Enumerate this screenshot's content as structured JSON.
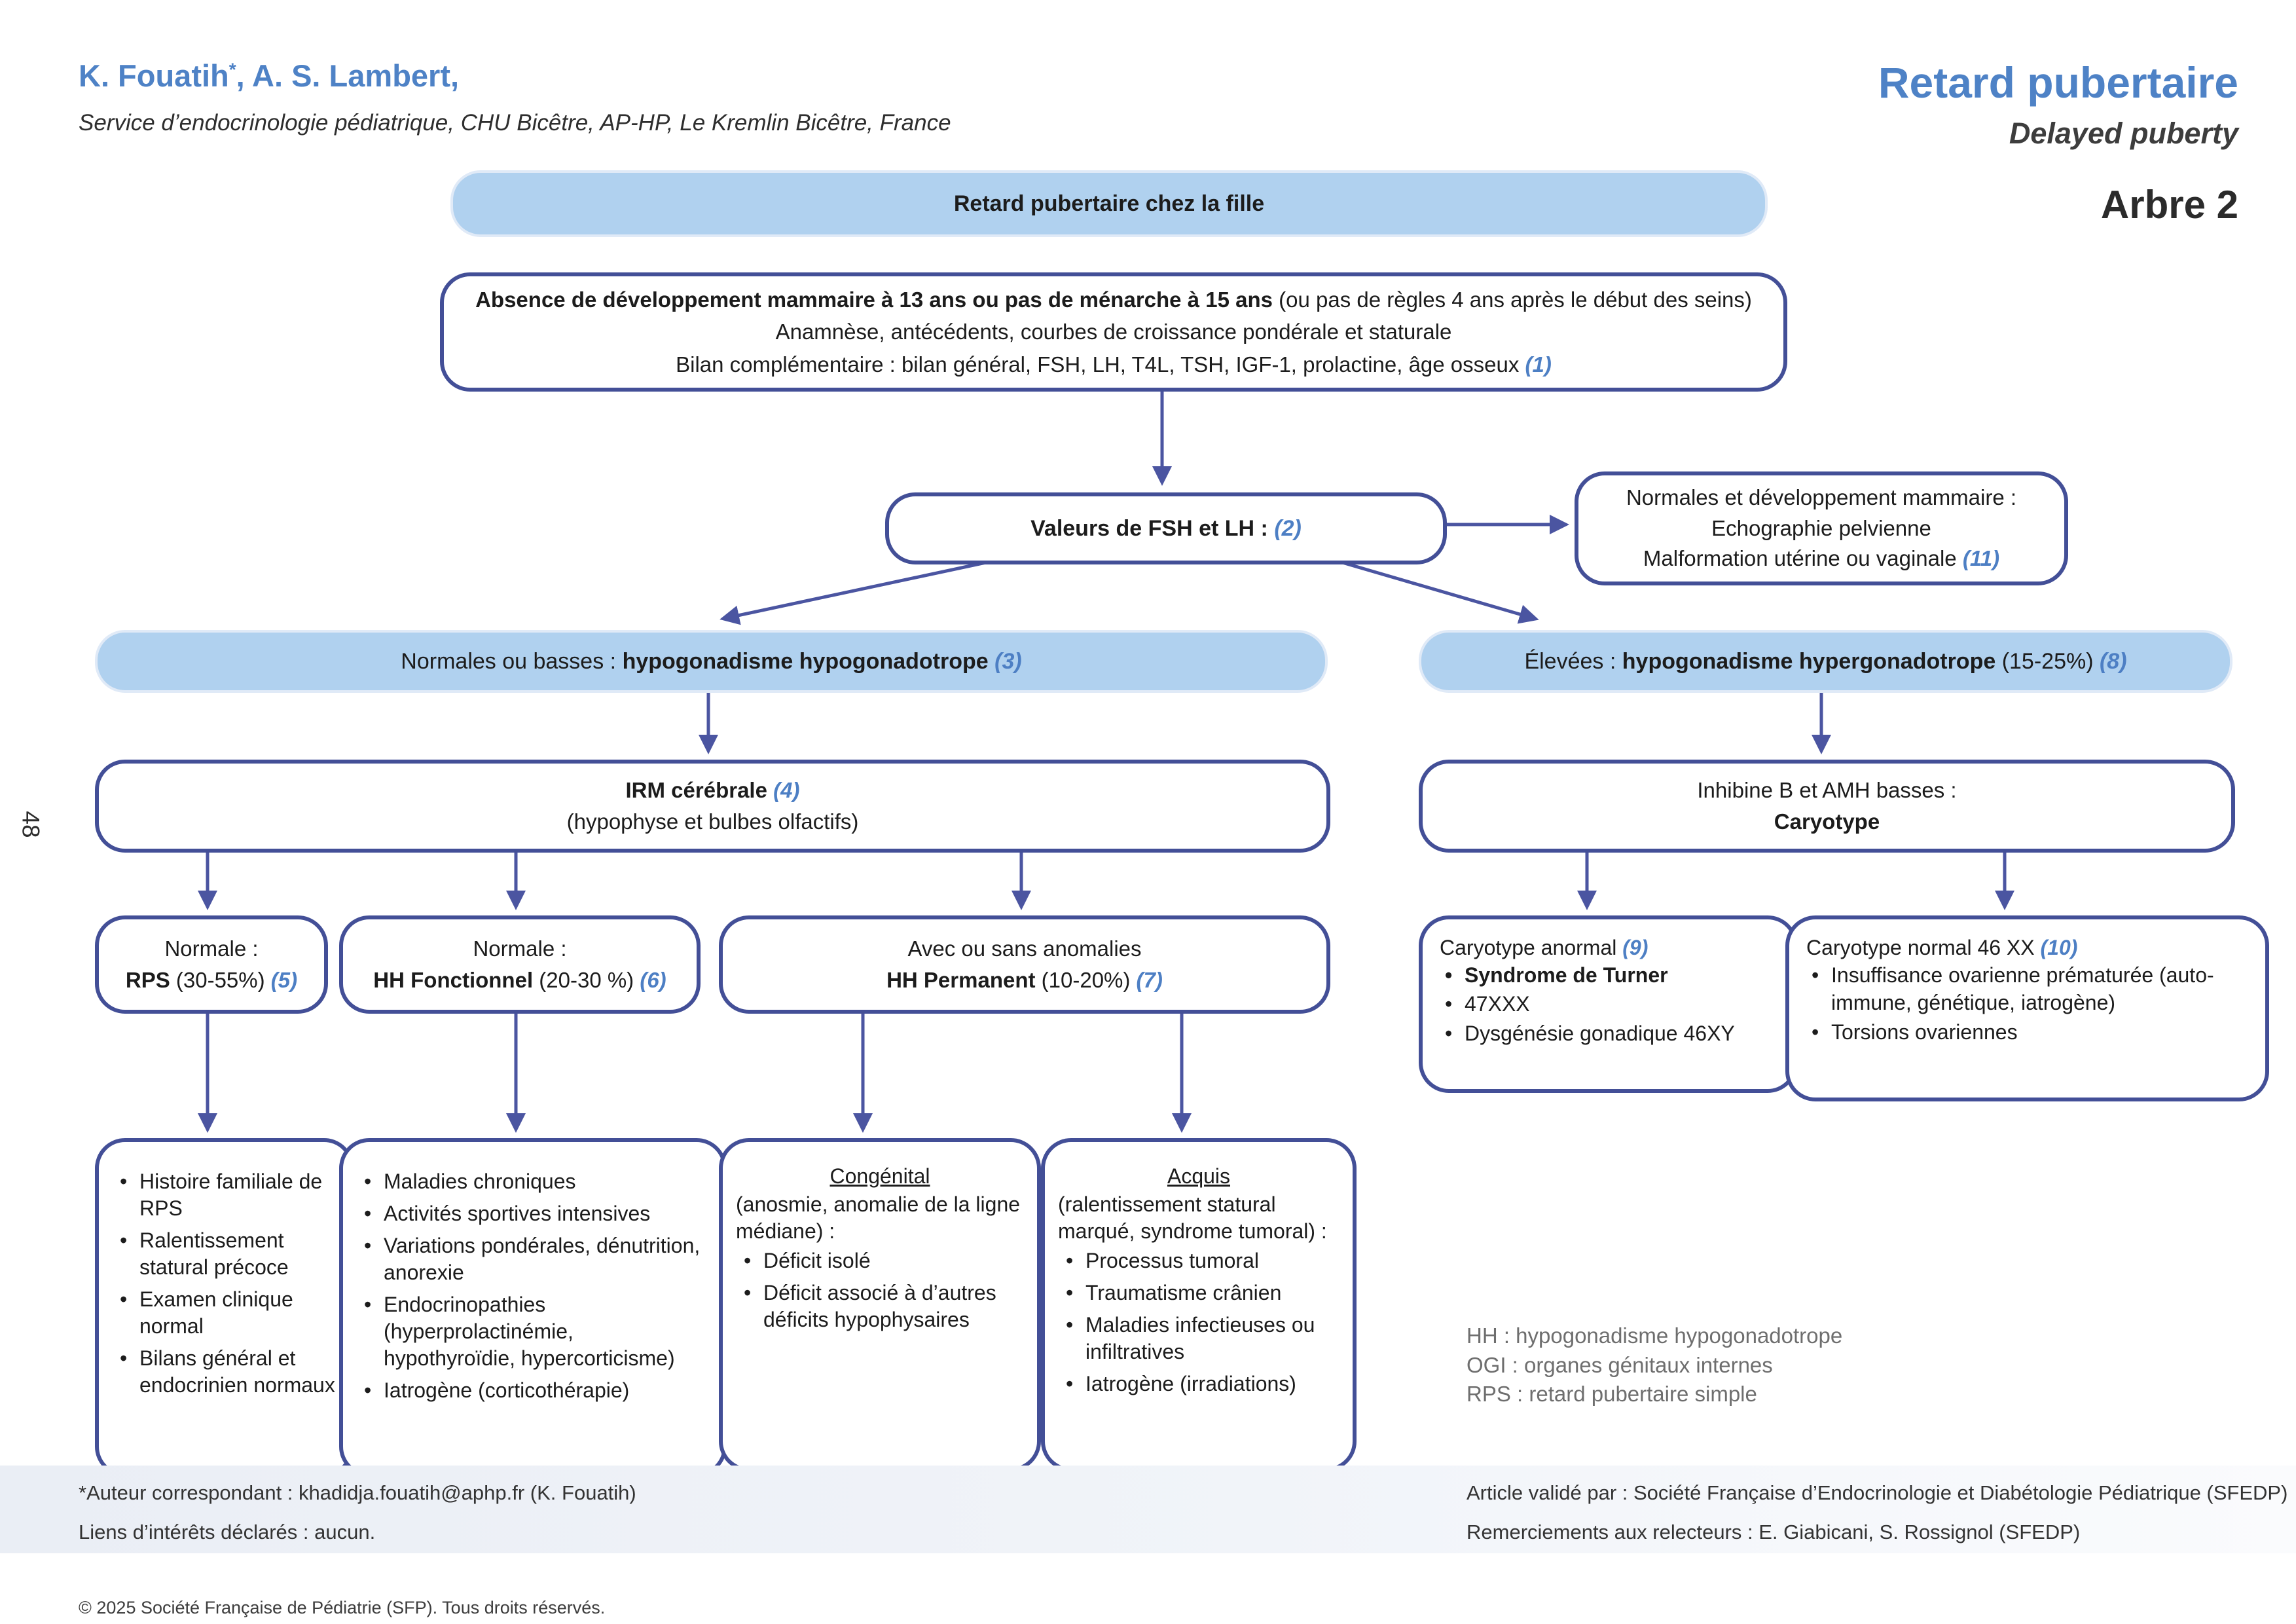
{
  "page": {
    "page_number": "48",
    "copyright": "© 2025 Société Française de Pédiatrie (SFP). Tous droits réservés."
  },
  "header": {
    "authors_name1": "K. Fouatih",
    "authors_asterisk": "*",
    "authors_rest": ", A. S. Lambert,",
    "affiliation": "Service d’endocrinologie pédiatrique, CHU Bicêtre, AP-HP, Le Kremlin Bicêtre, France",
    "title_fr": "Retard pubertaire",
    "title_en": "Delayed puberty",
    "tree_label": "Arbre 2"
  },
  "flowchart": {
    "root": {
      "label": "Retard pubertaire chez la fille"
    },
    "assessment": {
      "line1_bold": "Absence de développement mammaire à 13 ans ou pas de ménarche à 15 ans",
      "line1_rest": " (ou pas de règles 4 ans après le début des seins)",
      "line2": "Anamnèse, antécédents, courbes de croissance pondérale et staturale",
      "line3": "Bilan complémentaire : bilan général, FSH, LH, T4L, TSH, IGF-1, prolactine, âge osseux ",
      "line3_ref": "(1)"
    },
    "fsh_lh": {
      "label": "Valeurs de FSH et LH : ",
      "ref": "(2)"
    },
    "pelvic_us": {
      "line1": "Normales et développement mammaire :",
      "line2": "Echographie pelvienne",
      "line3": "Malformation utérine ou vaginale ",
      "ref": "(11)"
    },
    "hypo_band": {
      "prefix": "Normales ou basses : ",
      "bold": "hypogonadisme hypogonadotrope",
      "suffix": " ",
      "ref": "(3)"
    },
    "hyper_band": {
      "prefix": "Élevées : ",
      "bold": "hypogonadisme hypergonadotrope",
      "suffix": " (15-25%) ",
      "ref": "(8)"
    },
    "irm": {
      "line1_bold": "IRM cérébrale ",
      "ref": "(4)",
      "line2": "(hypophyse et bulbes olfactifs)"
    },
    "inhibine": {
      "line1": "Inhibine B et AMH basses :",
      "line2_bold": "Caryotype"
    },
    "rps": {
      "line1": "Normale :",
      "bold": "RPS",
      "rest": " (30-55%) ",
      "ref": "(5)"
    },
    "hh_fonctionnel": {
      "line1": "Normale :",
      "bold": "HH Fonctionnel",
      "rest": " (20-30 %) ",
      "ref": "(6)"
    },
    "hh_permanent": {
      "line1": "Avec ou sans anomalies",
      "bold": "HH Permanent",
      "rest": " (10-20%) ",
      "ref": "(7)"
    },
    "caryotype_abnormal": {
      "title": "Caryotype anormal ",
      "ref": "(9)",
      "items": [
        "Syndrome de Turner",
        "47XXX",
        "Dysgénésie gonadique 46XY"
      ]
    },
    "caryotype_normal": {
      "title": "Caryotype normal 46 XX ",
      "ref": "(10)",
      "items": [
        "Insuffisance ovarienne prématurée (auto-immune, génétique, iatrogène)",
        "Torsions ovariennes"
      ]
    },
    "rps_details": {
      "items": [
        "Histoire familiale de RPS",
        "Ralentissement statural précoce",
        "Examen clinique normal",
        "Bilans général et endocrinien normaux"
      ]
    },
    "hhf_details": {
      "items": [
        "Maladies chroniques",
        "Activités sportives intensives",
        "Variations pondérales, dénutrition, anorexie",
        "Endocrinopathies (hyperprolactinémie, hypothyroïdie, hypercorticisme)",
        "Iatrogène (corticothérapie)"
      ]
    },
    "congenital": {
      "title": "Congénital",
      "subtitle": "(anosmie, anomalie de la ligne médiane) :",
      "items": [
        "Déficit isolé",
        "Déficit associé à d’autres déficits hypophysaires"
      ]
    },
    "acquired": {
      "title": "Acquis",
      "subtitle": "(ralentissement statural marqué, syndrome tumoral) :",
      "items": [
        "Processus tumoral",
        "Traumatisme crânien",
        "Maladies infectieuses ou infiltratives",
        "Iatrogène (irradiations)"
      ]
    }
  },
  "legend": {
    "line1": "HH : hypogonadisme hypogonadotrope",
    "line2": "OGI : organes génitaux internes",
    "line3": "RPS : retard pubertaire simple"
  },
  "footer": {
    "correspondent": "*Auteur correspondant : khadidja.fouatih@aphp.fr (K. Fouatih)",
    "conflicts": "Liens d’intérêts déclarés : aucun.",
    "validated": "Article validé par : Société Française d’Endocrinologie et Diabétologie Pédiatrique (SFEDP)",
    "thanks": "Remerciements aux relecteurs : E. Giabicani, S. Rossignol (SFEDP)"
  },
  "colors": {
    "accent_blue": "#4e82c6",
    "band_fill": "#b0d1ef",
    "border_navy": "#434f97",
    "ref_blue": "#4d7fc4"
  }
}
